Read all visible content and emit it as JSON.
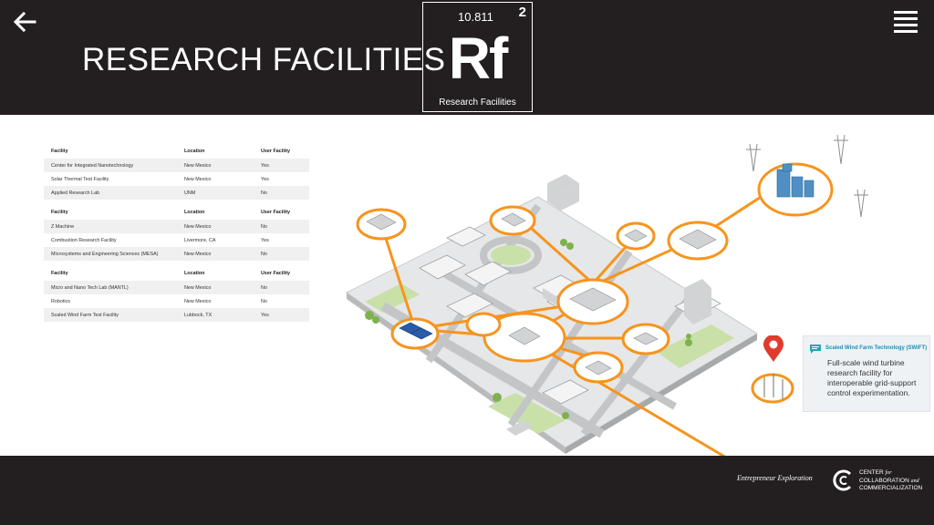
{
  "header": {
    "title": "RESEARCH FACILITIES",
    "element": {
      "mass": "10.811",
      "number": "2",
      "symbol": "Rf",
      "name": "Research Facilities"
    }
  },
  "icons": {
    "back": "arrow-left-icon",
    "menu": "hamburger-menu-icon",
    "info": "chat-bubble-icon",
    "pin": "map-pin-icon"
  },
  "colors": {
    "accent": "#f7941d",
    "pin": "#e03b2d",
    "info_title": "#1b8fb0",
    "bar": "#231f20"
  },
  "tables": [
    {
      "columns": [
        "Facility",
        "Location",
        "User Facility"
      ],
      "rows": [
        [
          "Center for Integrated Nanotechnology",
          "New Mexico",
          "Yes"
        ],
        [
          "Solar Thermal Test Facility",
          "New Mexico",
          "Yes"
        ],
        [
          "Applied Research Lab",
          "UNM",
          "No"
        ]
      ]
    },
    {
      "columns": [
        "Facility",
        "Location",
        "User Facility"
      ],
      "rows": [
        [
          "Z Machine",
          "New Mexico",
          "No"
        ],
        [
          "Combustion Research Facility",
          "Livermore, CA",
          "Yes"
        ],
        [
          "Microsystems and Engineering Sciences (MESA)",
          "New Mexico",
          "No"
        ]
      ]
    },
    {
      "columns": [
        "Facility",
        "Location",
        "User Facility"
      ],
      "rows": [
        [
          "Micro and Nano Tech Lab (MANTL)",
          "New Mexico",
          "No"
        ],
        [
          "Robotics",
          "New Mexico",
          "No"
        ],
        [
          "Scaled Wind Farm Test Facility",
          "Lubbock, TX",
          "Yes"
        ]
      ]
    }
  ],
  "info_card": {
    "title": "Scaled Wind Farm Technology (SWiFT)",
    "body": "Full-scale wind turbine research facility for interoperable grid-support control experimentation."
  },
  "footer": {
    "tagline": "Entrepreneur Exploration",
    "logo_line1": "CENTER",
    "logo_for": "for",
    "logo_line2": "COLLABORATION",
    "logo_and": "and",
    "logo_line3": "COMMERCIALIZATION"
  }
}
